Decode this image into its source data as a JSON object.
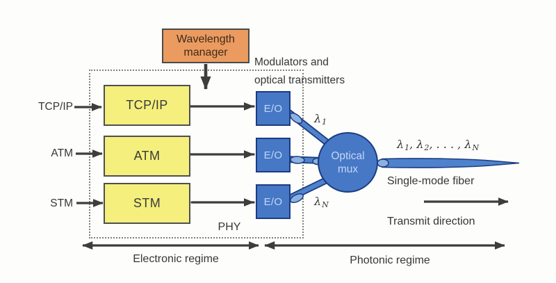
{
  "colors": {
    "background": "#fdfdfb",
    "yellow_box": "#f5ef7d",
    "blue_box": "#4678c6",
    "blue_border": "#1c3c80",
    "blue_box_text": "#c3d7f2",
    "orange_box": "#eb9b60",
    "arrow": "#3d3d3d",
    "text": "#363636"
  },
  "wavelength_manager": {
    "lines": [
      "Wavelength",
      "manager"
    ]
  },
  "modulators_label": {
    "lines": [
      "Modulators and",
      "optical transmitters"
    ]
  },
  "protocols": [
    "TCP/IP",
    "ATM",
    "STM"
  ],
  "eo_label": "E/O",
  "mux": {
    "lines": [
      "Optical",
      "mux"
    ]
  },
  "phy_label": "PHY",
  "lambda_1": {
    "base": "λ",
    "sub": "1"
  },
  "lambda_N": {
    "base": "λ",
    "sub": "N"
  },
  "fiber_label": {
    "parts": [
      {
        "base": "λ",
        "sub": "1"
      },
      {
        "base": ", λ",
        "sub": "2"
      },
      {
        "base": ", . . . , λ",
        "sub": "N"
      }
    ]
  },
  "fiber_caption": "Single-mode fiber",
  "transmit_direction": "Transmit direction",
  "electronic_regime": "Electronic regime",
  "photonic_regime": "Photonic regime"
}
